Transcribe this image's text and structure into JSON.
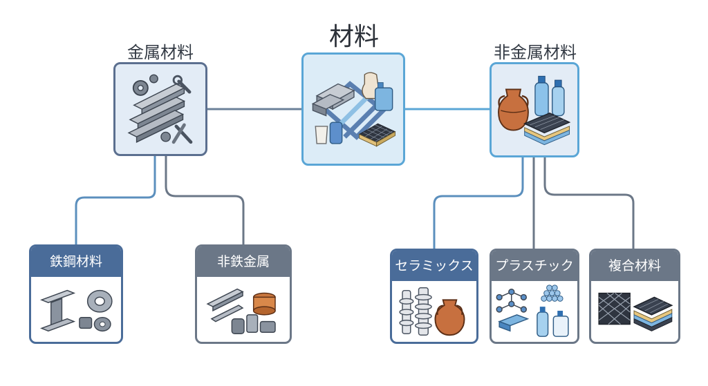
{
  "root": {
    "title": "材料",
    "icon": "materials-collage-icon"
  },
  "branches": [
    {
      "title": "金属材料",
      "icon": "metal-beams-tools-icon",
      "children": [
        {
          "label": "鉄鋼材料",
          "icon": "steel-ibeam-coil-icon"
        },
        {
          "label": "非鉄金属",
          "icon": "nonferrous-profiles-wire-icon"
        }
      ]
    },
    {
      "title": "非金属材料",
      "icon": "amphora-bottles-sheets-icon",
      "children": [
        {
          "label": "セラミックス",
          "icon": "ceramic-insulators-vase-icon"
        },
        {
          "label": "プラスチック",
          "icon": "polymer-pellets-bottles-icon"
        },
        {
          "label": "複合材料",
          "icon": "woven-fiber-layers-icon"
        }
      ]
    }
  ],
  "colors": {
    "metal_frame": "#5b6f8f",
    "root_frame": "#5aa6d6",
    "root_fill": "#dcecf7",
    "branch_fill": "#e3ecf6",
    "leaf_frame": "#6b7787",
    "leaf_head_blue": "#4a6c99",
    "leaf_head_gray": "#6b7787",
    "connector": "#6b7787",
    "connector_blue": "#5b8fbd"
  }
}
